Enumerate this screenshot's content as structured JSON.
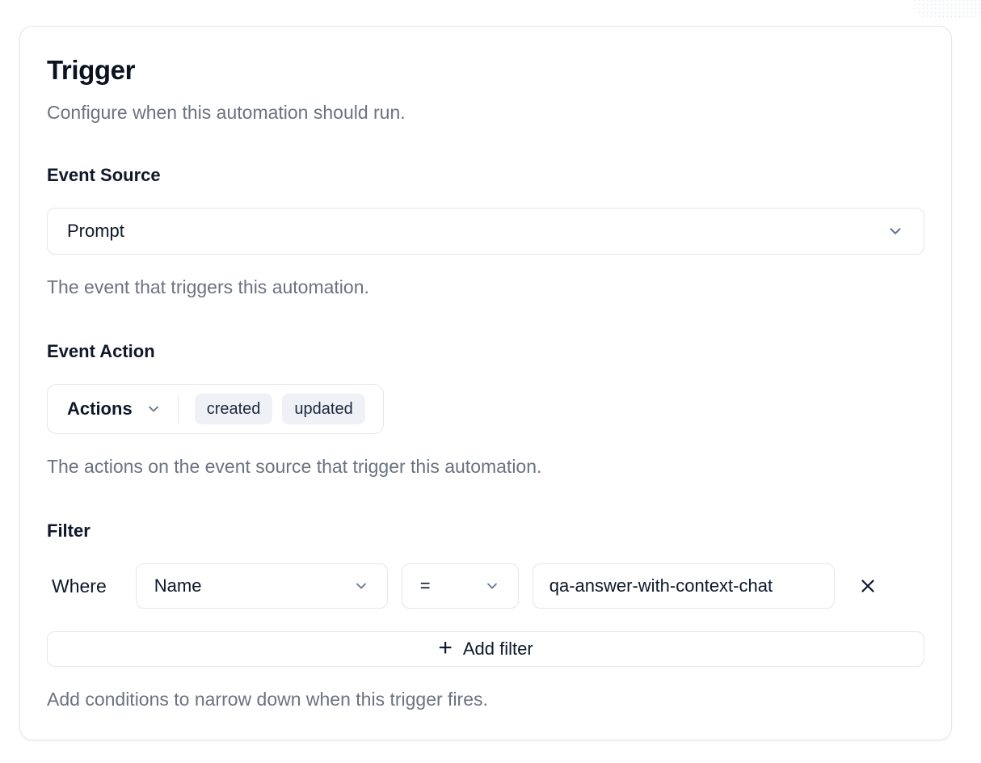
{
  "colors": {
    "text": "#0f172a",
    "muted_text": "#6b7280",
    "border": "#e4e7ee",
    "tag_background": "#eef1f6",
    "card_background": "#ffffff",
    "icon": "#64748b"
  },
  "icons": {
    "chevron_down": "⌄",
    "close": "✕",
    "plus": "+"
  },
  "trigger_card": {
    "title": "Trigger",
    "subtitle": "Configure when this automation should run.",
    "event_source": {
      "label": "Event Source",
      "selected": "Prompt",
      "help": "The event that triggers this automation."
    },
    "event_action": {
      "label": "Event Action",
      "dropdown_label": "Actions",
      "tags": [
        "created",
        "updated"
      ],
      "help": "The actions on the event source that trigger this automation."
    },
    "filter": {
      "label": "Filter",
      "where": "Where",
      "field_selected": "Name",
      "operator_selected": "=",
      "value_input": "qa-answer-with-context-chat",
      "add_filter_label": "Add filter",
      "help": "Add conditions to narrow down when this trigger fires."
    }
  }
}
